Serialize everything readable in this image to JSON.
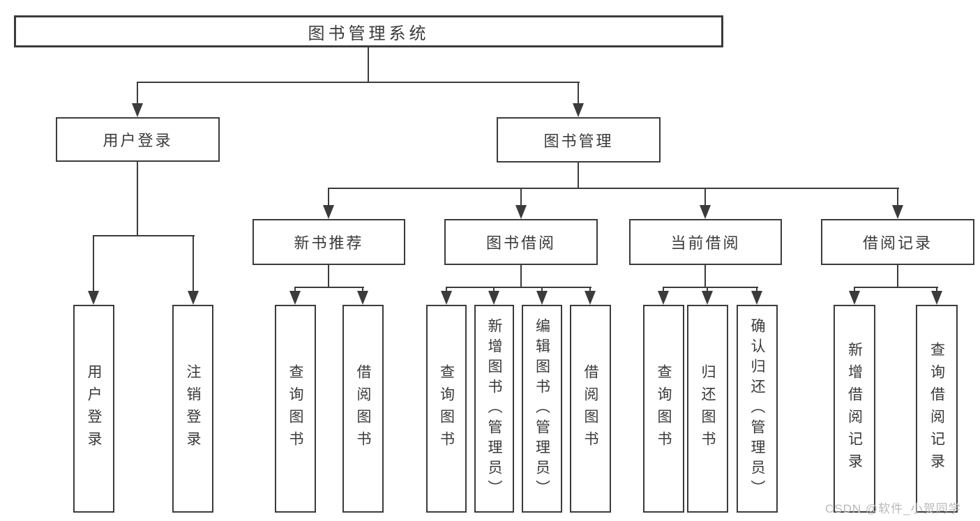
{
  "title": "图书管理系统",
  "tree": {
    "root": {
      "label": "图书管理系统",
      "children": [
        {
          "label": "用户登录",
          "children": [
            {
              "label": "用户登录"
            },
            {
              "label": "注销登录"
            }
          ]
        },
        {
          "label": "图书管理",
          "children": [
            {
              "label": "新书推荐",
              "children": [
                {
                  "label": "查询图书"
                },
                {
                  "label": "借阅图书"
                }
              ]
            },
            {
              "label": "图书借阅",
              "children": [
                {
                  "label": "查询图书"
                },
                {
                  "label": "新增图书（管理员）"
                },
                {
                  "label": "编辑图书（管理员）"
                },
                {
                  "label": "借阅图书"
                }
              ]
            },
            {
              "label": "当前借阅",
              "children": [
                {
                  "label": "查询图书"
                },
                {
                  "label": "归还图书"
                },
                {
                  "label": "确认归还（管理员）"
                }
              ]
            },
            {
              "label": "借阅记录",
              "children": [
                {
                  "label": "新增借阅记录"
                },
                {
                  "label": "查询借阅记录"
                }
              ]
            }
          ]
        }
      ]
    }
  },
  "watermark": {
    "text": "CSDN @软件_小贺同学"
  },
  "colors": {
    "line": "#3b3b3b",
    "text": "#3a3a3a",
    "box_border": "#3b3b3b",
    "box_fill": "#ffffff",
    "background": "#ffffff",
    "watermark": "#b9b9b9"
  }
}
